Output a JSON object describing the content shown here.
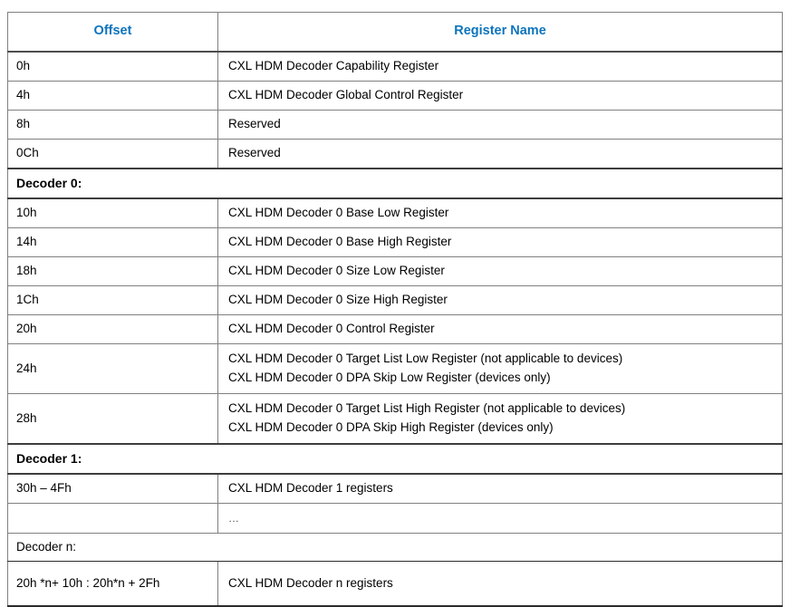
{
  "document": {
    "type": "register-layout-table",
    "accent_color": "#0d74bd",
    "border_color": "#808080",
    "background_color": "#ffffff"
  },
  "table": {
    "columns": [
      {
        "key": "offset",
        "label": "Offset"
      },
      {
        "key": "register_name",
        "label": "Register Name"
      }
    ],
    "rows": [
      {
        "kind": "data",
        "offset": "0h",
        "name_line1": "CXL HDM Decoder Capability Register"
      },
      {
        "kind": "data",
        "offset": "4h",
        "name_line1": "CXL HDM Decoder Global Control Register"
      },
      {
        "kind": "data",
        "offset": "8h",
        "name_line1": "Reserved"
      },
      {
        "kind": "data",
        "offset": "0Ch",
        "name_line1": "Reserved"
      },
      {
        "kind": "section",
        "label": "Decoder 0:",
        "bold": true
      },
      {
        "kind": "data",
        "offset": "10h",
        "name_line1": "CXL HDM Decoder 0 Base Low Register"
      },
      {
        "kind": "data",
        "offset": "14h",
        "name_line1": "CXL HDM Decoder 0 Base High Register"
      },
      {
        "kind": "data",
        "offset": "18h",
        "name_line1": "CXL HDM Decoder 0 Size Low Register"
      },
      {
        "kind": "data",
        "offset": "1Ch",
        "name_line1": "CXL HDM Decoder 0 Size High Register"
      },
      {
        "kind": "data",
        "offset": "20h",
        "name_line1": "CXL HDM Decoder 0 Control Register"
      },
      {
        "kind": "data2",
        "offset": "24h",
        "name_line1": "CXL HDM Decoder 0 Target List Low Register (not applicable to devices)",
        "name_line2": "CXL HDM Decoder 0 DPA Skip Low Register (devices only)"
      },
      {
        "kind": "data2",
        "offset": "28h",
        "name_line1": "CXL HDM Decoder 0 Target List High Register (not applicable to devices)",
        "name_line2": "CXL HDM Decoder 0 DPA Skip High Register (devices only)"
      },
      {
        "kind": "section",
        "label": "Decoder 1:",
        "bold": true
      },
      {
        "kind": "data",
        "offset": "30h – 4Fh",
        "name_line1": "CXL HDM Decoder 1 registers"
      },
      {
        "kind": "ellipsis",
        "offset": "",
        "name_line1": "…"
      },
      {
        "kind": "section",
        "label": "Decoder n:",
        "bold": false
      },
      {
        "kind": "data",
        "offset": "20h *n+ 10h : 20h*n + 2Fh",
        "name_line1": "CXL HDM Decoder n registers"
      }
    ]
  },
  "cells": {
    "r0": {
      "offset": "0h",
      "name1": "CXL HDM Decoder Capability Register"
    },
    "r1": {
      "offset": "4h",
      "name1": "CXL HDM Decoder Global Control Register"
    },
    "r2": {
      "offset": "8h",
      "name1": "Reserved"
    },
    "r3": {
      "offset": "0Ch",
      "name1": "Reserved"
    },
    "s0": {
      "label": "Decoder 0:"
    },
    "r4": {
      "offset": "10h",
      "name1": "CXL HDM Decoder 0 Base Low Register"
    },
    "r5": {
      "offset": "14h",
      "name1": "CXL HDM Decoder 0 Base High Register"
    },
    "r6": {
      "offset": "18h",
      "name1": "CXL HDM Decoder 0 Size Low Register"
    },
    "r7": {
      "offset": "1Ch",
      "name1": "CXL HDM Decoder 0 Size High Register"
    },
    "r8": {
      "offset": "20h",
      "name1": "CXL HDM Decoder 0 Control Register"
    },
    "r9": {
      "offset": "24h",
      "name1": "CXL HDM Decoder 0 Target List Low Register (not applicable to devices)",
      "name2": "CXL HDM Decoder 0 DPA Skip Low Register (devices only)"
    },
    "r10": {
      "offset": "28h",
      "name1": "CXL HDM Decoder 0 Target List High Register (not applicable to devices)",
      "name2": "CXL HDM Decoder 0 DPA Skip High Register (devices only)"
    },
    "s1": {
      "label": "Decoder 1:"
    },
    "r11": {
      "offset": "30h – 4Fh",
      "name1": "CXL HDM Decoder 1 registers"
    },
    "r12": {
      "offset": "",
      "name1": "…"
    },
    "s2": {
      "label": "Decoder n:"
    },
    "r13": {
      "offset": "20h *n+ 10h : 20h*n + 2Fh",
      "name1": "CXL HDM Decoder n registers"
    }
  },
  "headers": {
    "offset": "Offset",
    "register_name": "Register Name"
  }
}
